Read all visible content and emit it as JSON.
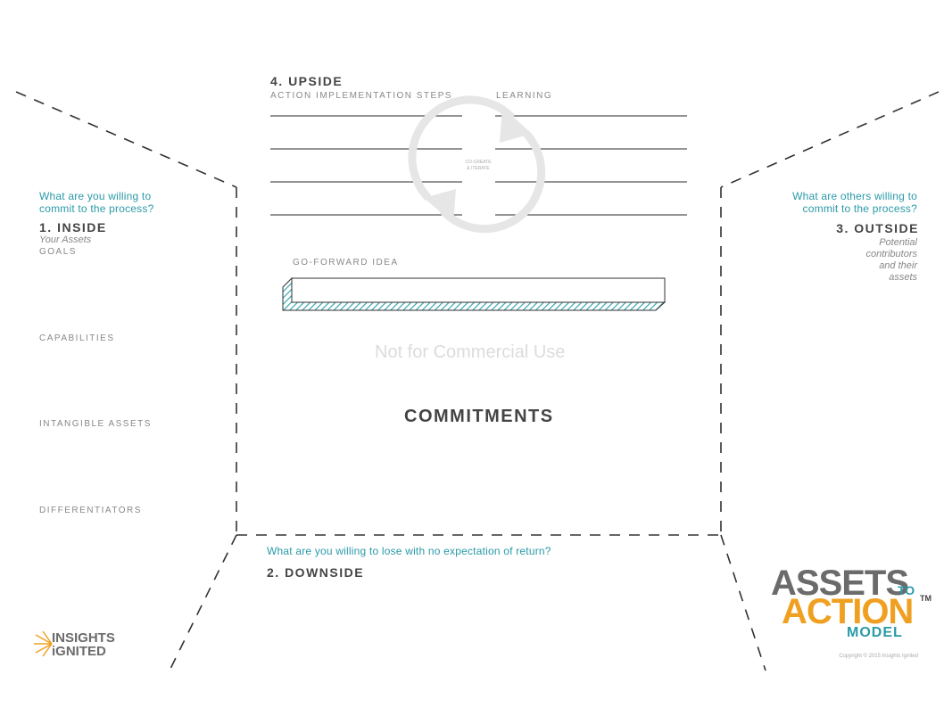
{
  "colors": {
    "teal": "#2a9aa8",
    "gray_text": "#444444",
    "orange": "#f0a020",
    "logo_gray": "#6b6b6b",
    "hatch": "#3aa6b0"
  },
  "upside": {
    "heading": "4. UPSIDE",
    "col_action": "ACTION IMPLEMENTATION STEPS",
    "col_learning": "LEARNING",
    "cycle_text": [
      "CO-CREATE",
      "& ITERATE"
    ],
    "go_forward": "GO-FORWARD IDEA"
  },
  "inside": {
    "question": [
      "What are you willing to",
      "commit to the process?"
    ],
    "heading": "1. INSIDE",
    "sub": "Your Assets",
    "goals": "GOALS",
    "capabilities": "CAPABILITIES",
    "intangible": "INTANGIBLE ASSETS",
    "differentiators": "DIFFERENTIATORS"
  },
  "outside": {
    "question": [
      "What are others willing to",
      "commit to the process?"
    ],
    "heading": "3. OUTSIDE",
    "sub": [
      "Potential",
      "contributors",
      "and their",
      "assets"
    ]
  },
  "center": {
    "watermark": "Not for Commercial Use",
    "commitments": "COMMITMENTS"
  },
  "downside": {
    "question": "What are you willing to lose with no expectation of return?",
    "heading": "2. DOWNSIDE"
  },
  "logo_insights": {
    "line1": "INSIGHTS",
    "line2": "iGNITED"
  },
  "logo_model": {
    "assets": "ASSETS",
    "to": "TO",
    "action": "ACTION",
    "model": "MODEL",
    "tm": "TM"
  },
  "copyright": "Copyright © 2015 Insights Ignited"
}
